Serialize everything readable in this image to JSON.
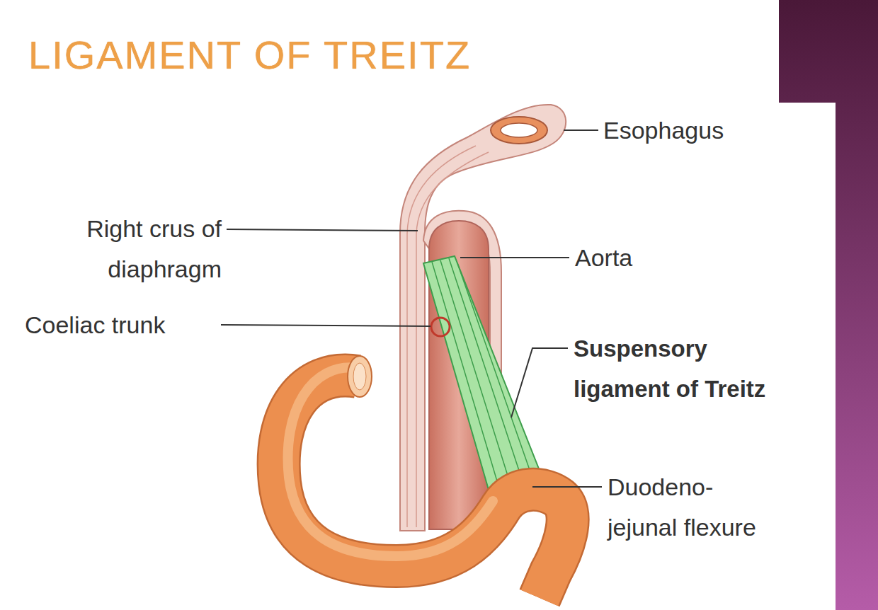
{
  "diagram": {
    "title": "LIGAMENT OF TREITZ",
    "labels": [
      "Esophagus",
      "Right crus of diaphragm",
      "Aorta",
      "Coeliac trunk",
      "Suspensory ligament of Treitz",
      "Duodeno- jejunal flexure"
    ]
  }
}
